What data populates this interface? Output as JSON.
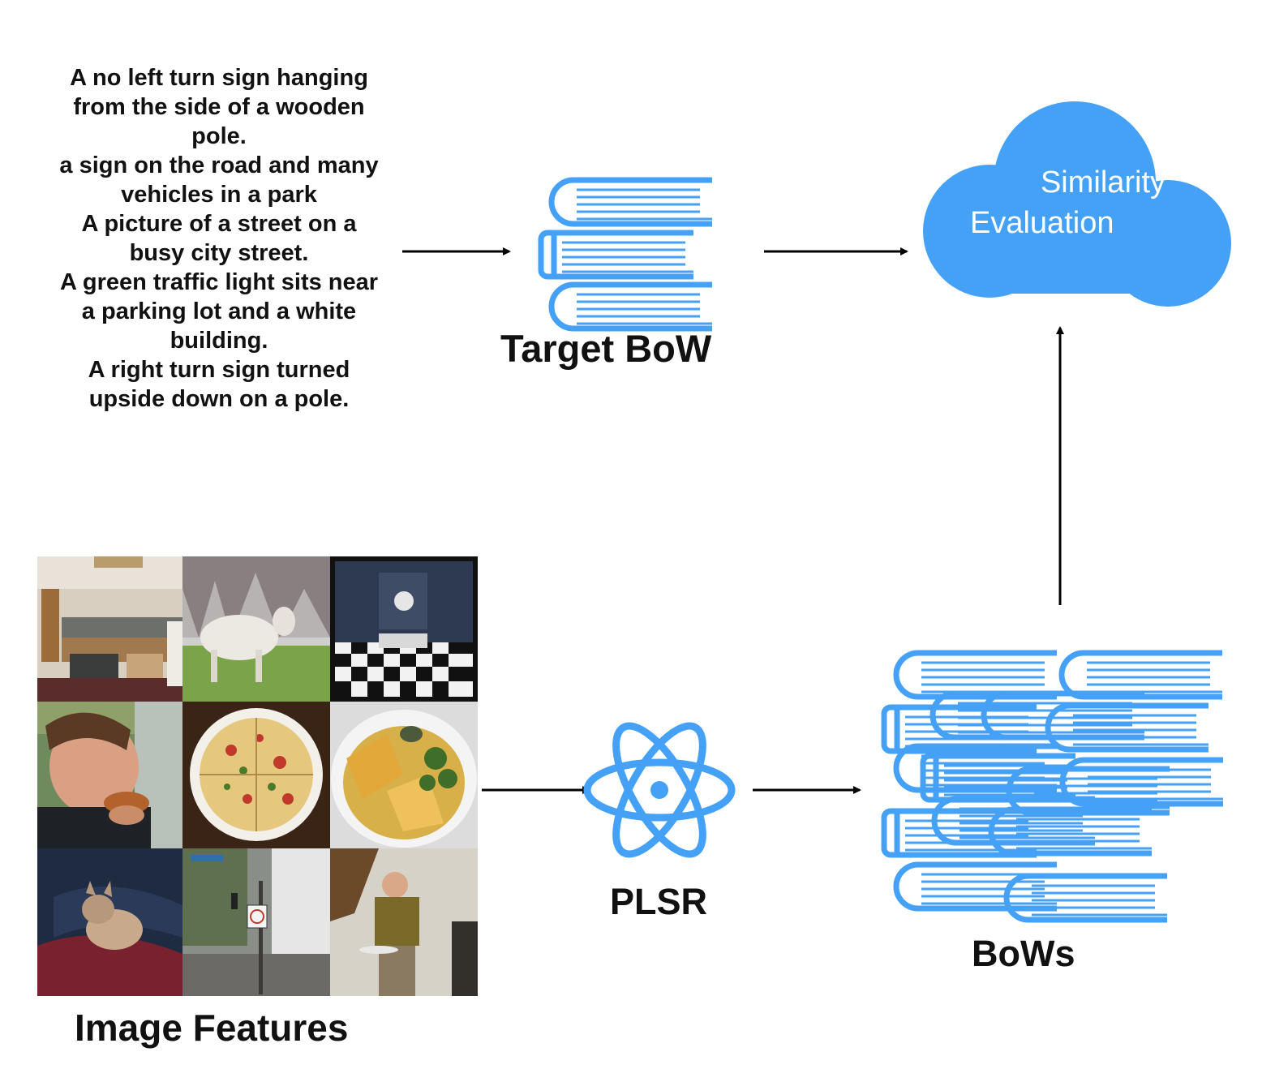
{
  "captions": [
    "A no left turn sign hanging",
    "from the side of a wooden",
    "pole.",
    "a sign on the road and many",
    "vehicles in a park",
    "A picture of a street on a",
    "busy city street.",
    "A green traffic light sits near",
    "a parking lot and a white",
    "building.",
    "A right turn sign turned",
    "upside down on a pole."
  ],
  "labels": {
    "target_bow": "Target BoW",
    "plsr": "PLSR",
    "bows": "BoWs",
    "image_features": "Image Features",
    "similarity_line1": "Similarity",
    "similarity_line2": "Evaluation"
  },
  "icons": {
    "target": "book-stack-icon",
    "plsr": "atom-icon",
    "bows": "book-stack-pile-icon",
    "similarity": "cloud-icon"
  },
  "image_grid": {
    "tiles": [
      "bedroom",
      "cow",
      "checkered-room",
      "man-eating",
      "pizza",
      "food-bowl",
      "cat",
      "street-signs",
      "man-standing"
    ]
  },
  "colors": {
    "accent": "#44A1F5",
    "text": "#111111",
    "arrow": "#000000"
  }
}
